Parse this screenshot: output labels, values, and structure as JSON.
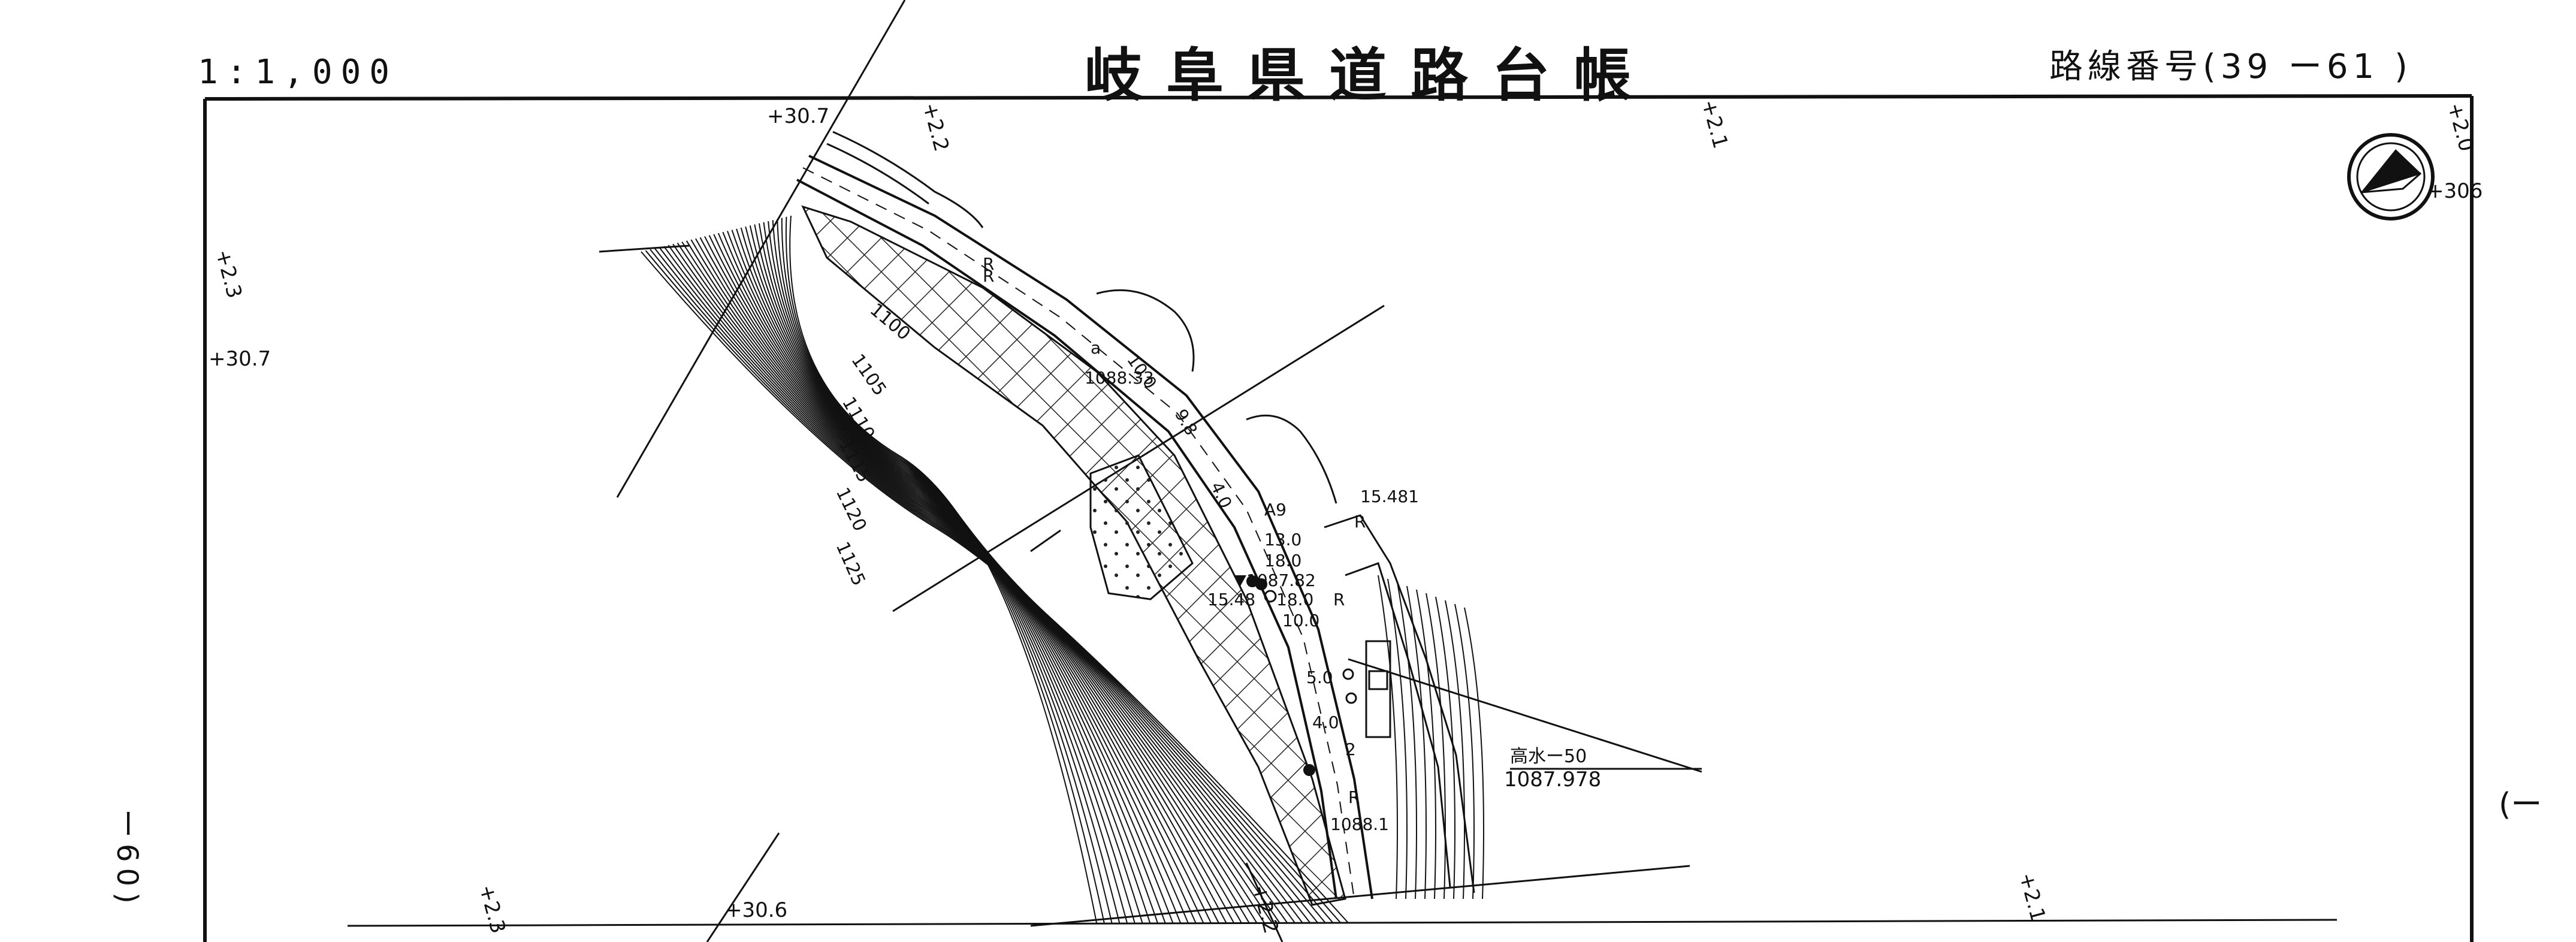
{
  "header": {
    "scale": "1:1,000",
    "title": "岐阜県道路台帳",
    "route_number": "路線番号(39 ー61 )"
  },
  "margin": {
    "left_note": "ー60)",
    "right_note": "(ー"
  },
  "map": {
    "north_arrow": "north-arrow-icon",
    "contour_labels": [
      "1100",
      "1105",
      "1110",
      "1115",
      "1120",
      "1125"
    ],
    "station_labels": [
      "+30.7",
      "+2.2",
      "+2.1",
      "+2.3",
      "+30.7",
      "+2.0",
      "+306",
      "+2.3",
      "+30.6",
      "+2.2",
      "+2.1"
    ],
    "width_labels": [
      "10.0",
      "9.8",
      "4.0",
      "13.0",
      "18.0",
      "18.0",
      "10.0",
      "5.0",
      "4.0",
      "2"
    ],
    "elevation_labels": [
      "1088.33",
      "1087.82",
      "1088.1"
    ],
    "distance_labels": [
      "15.481",
      "15.48"
    ],
    "road_marks": [
      "R",
      "R",
      "R",
      "R",
      "R"
    ],
    "point_labels": [
      "a",
      "A9"
    ],
    "benchmark_label": "高水ー50",
    "benchmark_value": "1087.978"
  }
}
